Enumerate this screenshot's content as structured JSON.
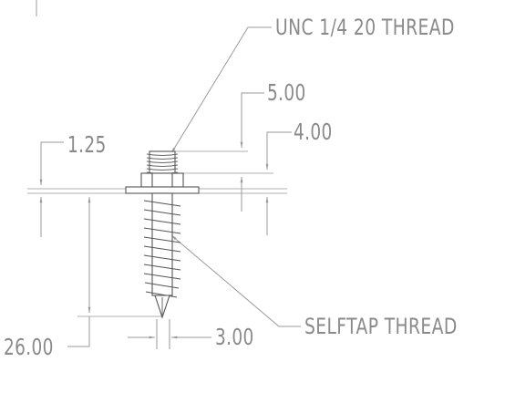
{
  "drawing": {
    "type": "technical-drawing",
    "subject": "screw",
    "annotations": {
      "thread_top": "UNC 1/4 20 THREAD",
      "thread_bottom": "SELFTAP THREAD"
    },
    "dimensions": {
      "head_height": "1.25",
      "upper_total": "5.00",
      "collar_height": "4.00",
      "overall_length": "26.00",
      "shank_diameter": "3.00"
    },
    "colors": {
      "line": "#8a8a8a",
      "outline": "#555555",
      "background": "#ffffff"
    }
  }
}
